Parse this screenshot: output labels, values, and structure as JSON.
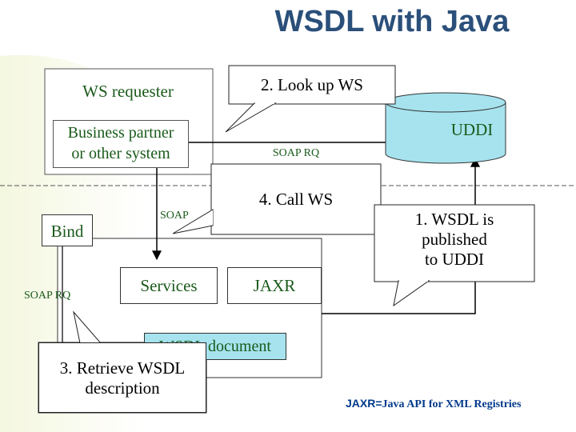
{
  "title": "WSDL with Java",
  "requester": {
    "label": "WS requester",
    "partner": "Business partner\nor other system"
  },
  "uddi": {
    "label": "UDDI"
  },
  "soap_rq_top": "SOAP RQ",
  "soap_left": "SOAP RQ",
  "soap_mid": "SOAP",
  "bind": "Bind",
  "services": "Services",
  "jaxr": "JAXR",
  "wsdl_doc": "WSDL document",
  "callouts": {
    "lookup": "2. Look up WS",
    "call": "4. Call WS",
    "published": "1. WSDL is\npublished\nto UDDI",
    "retrieve": "3. Retrieve WSDL\ndescription"
  },
  "footnote": {
    "prefix": "JAXR=",
    "rest": "Java API for XML Registries"
  }
}
